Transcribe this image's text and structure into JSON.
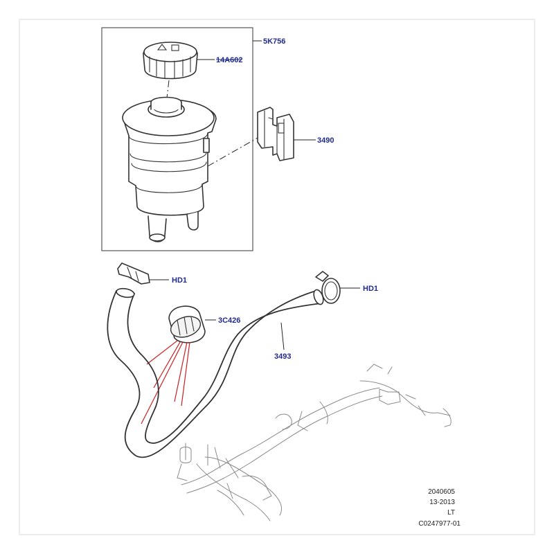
{
  "callouts": {
    "assembly": "5K756",
    "cap": "14A602",
    "bracket": "3490",
    "clip_top": "HD1",
    "clip_right": "HD1",
    "sleeve": "3C426",
    "hose": "3493"
  },
  "footer": {
    "line1": "2040605",
    "line2": "13-2013",
    "line3": "LT",
    "line4": "C0247977-01"
  },
  "colors": {
    "callout_text": "#1f2a8a",
    "highlight_lines": "#cc1f1f"
  }
}
